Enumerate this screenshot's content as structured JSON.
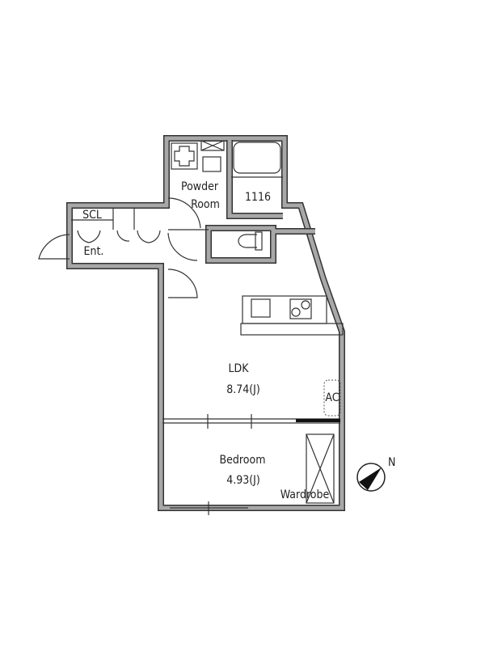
{
  "rooms": {
    "powder_room_line1": "Powder",
    "powder_room_line2": "Room",
    "bath_size": "1116",
    "scl": "SCL",
    "entrance": "Ent.",
    "ldk_name": "LDK",
    "ldk_size": "8.74(J)",
    "ac": "AC",
    "bedroom_name": "Bedroom",
    "bedroom_size": "4.93(J)",
    "wardrobe": "Wardrobe"
  },
  "compass": {
    "north_label": "N"
  }
}
